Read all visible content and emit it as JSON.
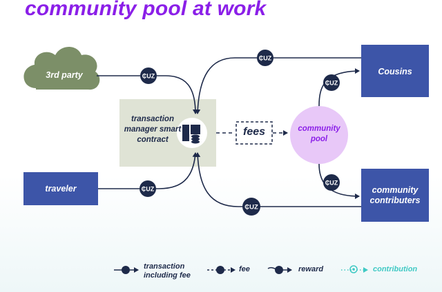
{
  "title": "community pool at work",
  "nodes": {
    "third_party": "3rd party",
    "traveler": "traveler",
    "transaction_manager": "transaction manager smart contract",
    "fees": "fees",
    "community_pool": "community pool",
    "cousins": "Cousins",
    "community_contributers": "community contributers"
  },
  "token_label": "₵UZ",
  "legend": {
    "transaction": "transaction including fee",
    "fee": "fee",
    "reward": "reward",
    "contribution": "contribution"
  },
  "colors": {
    "title": "#8b1fe8",
    "box_blue": "#3d55a8",
    "cloud_green": "#7c8f68",
    "token_navy": "#1e2a4a",
    "pool_fill": "#e8c8f8",
    "manager_fill": "#dfe3d5",
    "contribution": "#3fc9c4"
  }
}
